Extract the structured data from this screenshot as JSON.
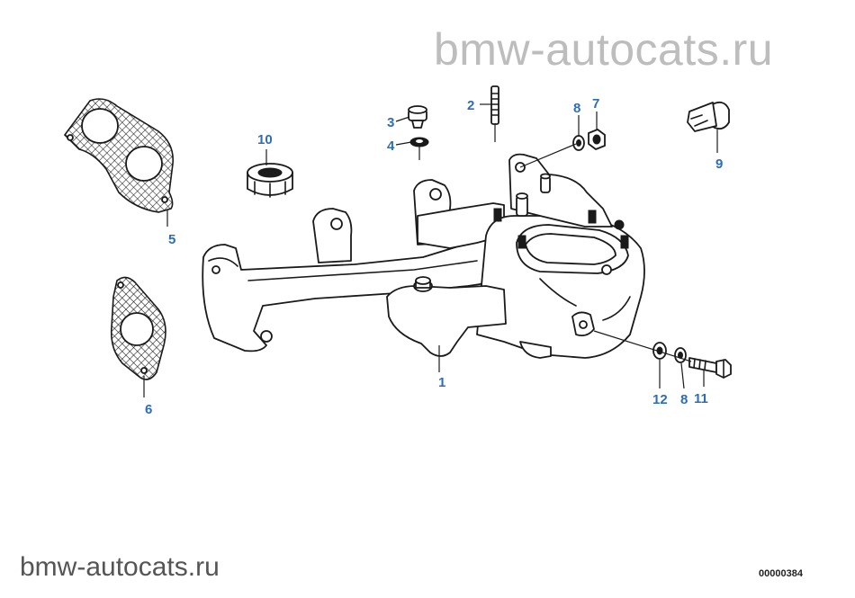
{
  "watermark_top": "bmw-autocats.ru",
  "watermark_bottom": "bmw-autocats.ru",
  "diagram_code": "00000384",
  "callouts": {
    "c1": "1",
    "c2": "2",
    "c3": "3",
    "c4": "4",
    "c5": "5",
    "c6": "6",
    "c7": "7",
    "c8a": "8",
    "c8b": "8",
    "c9": "9",
    "c10": "10",
    "c11": "11",
    "c12": "12"
  },
  "colors": {
    "callout": "#2e6db4",
    "watermark_top": "#bdbdbd",
    "watermark_bottom": "#555555"
  }
}
